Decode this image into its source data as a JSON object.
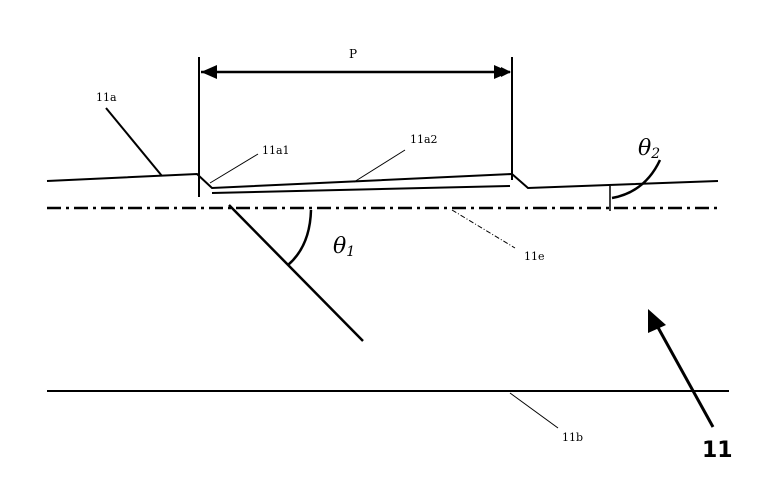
{
  "labels": {
    "pitch": "P",
    "part_11a": "11a",
    "part_11a1": "11a1",
    "part_11a2": "11a2",
    "part_11e": "11e",
    "part_11b": "11b",
    "assembly": "11",
    "theta1_symbol": "θ",
    "theta1_sub": "1",
    "theta2_symbol": "θ",
    "theta2_sub": "2"
  }
}
